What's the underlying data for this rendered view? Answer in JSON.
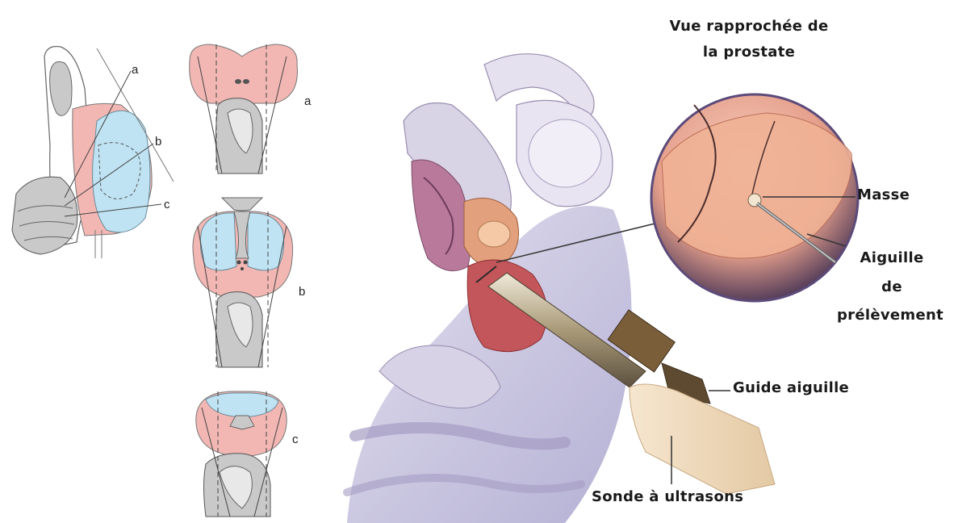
{
  "figure": {
    "left_panel": {
      "labels": {
        "a": "a",
        "b": "b",
        "c": "c"
      },
      "sections": [
        {
          "label": "a"
        },
        {
          "label": "b"
        },
        {
          "label": "c"
        }
      ]
    },
    "right_panel": {
      "inset_title_line1": "Vue rapprochée de",
      "inset_title_line2": "la prostate",
      "masse": "Masse",
      "aiguille_line1": "Aiguille",
      "aiguille_line2": "de",
      "aiguille_line3": "prélèvement",
      "guide_aiguille": "Guide aiguille",
      "sonde": "Sonde à ultrasons"
    },
    "colors": {
      "prostate_pink": "#f2b7b3",
      "zone_blue": "#bfe3f3",
      "grey_tissue": "#c9c9c9",
      "background_violet": "#c8c6e0",
      "tissue_red": "#c2565a"
    }
  }
}
